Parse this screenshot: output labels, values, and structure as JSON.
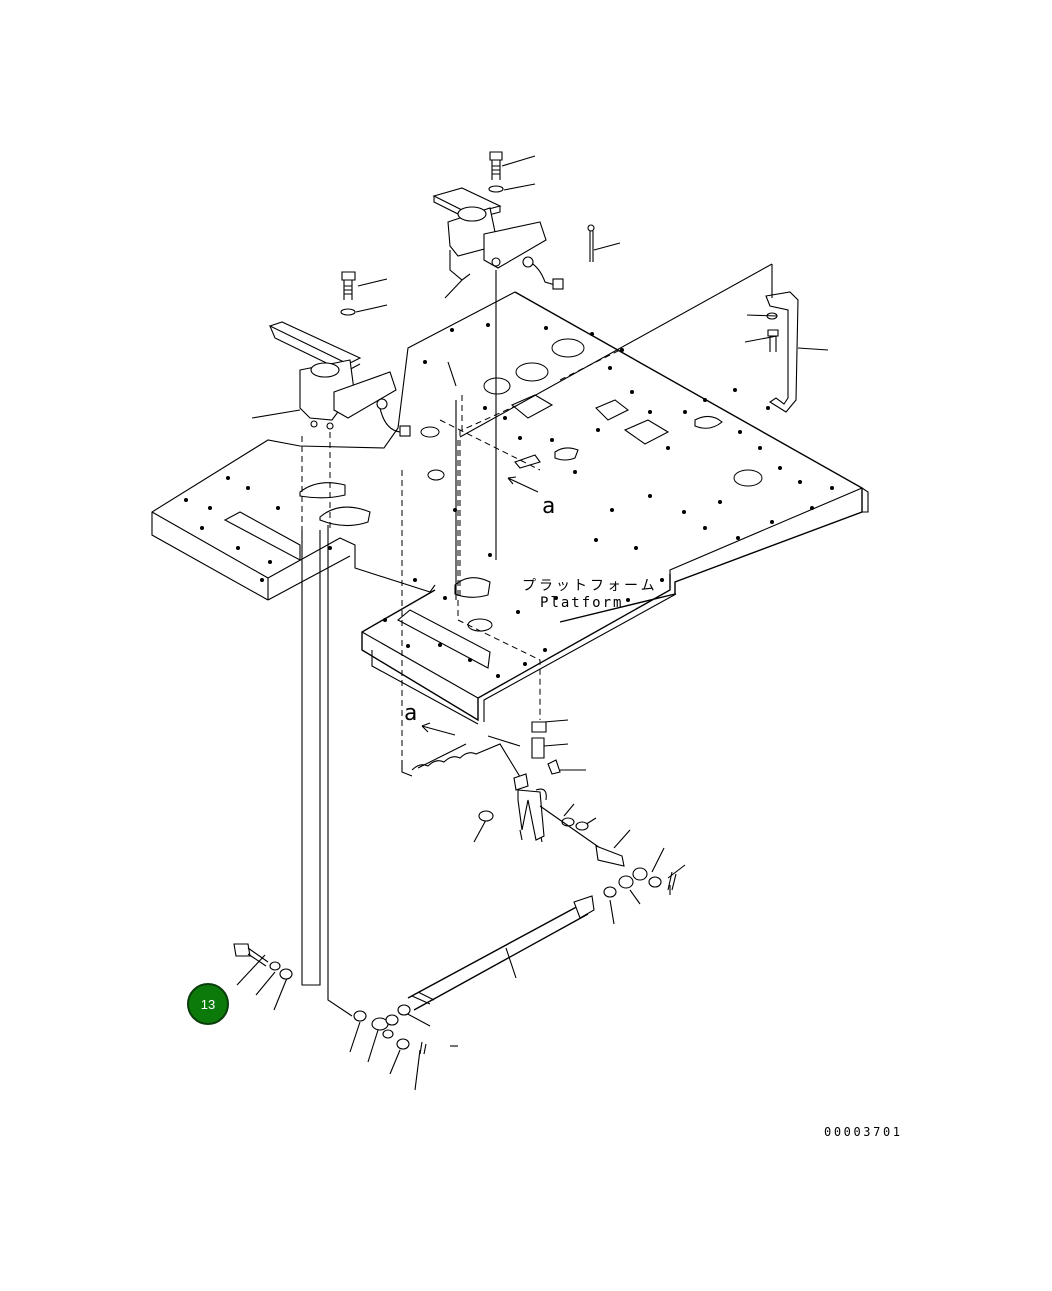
{
  "diagram": {
    "platform_label_jp": "プラットフォーム",
    "platform_label_en": "Platform",
    "view_marker_top": "a",
    "view_marker_bottom": "a",
    "drawing_number": "00003701",
    "callout": {
      "number": "13",
      "color": "#0b7a0b"
    }
  }
}
